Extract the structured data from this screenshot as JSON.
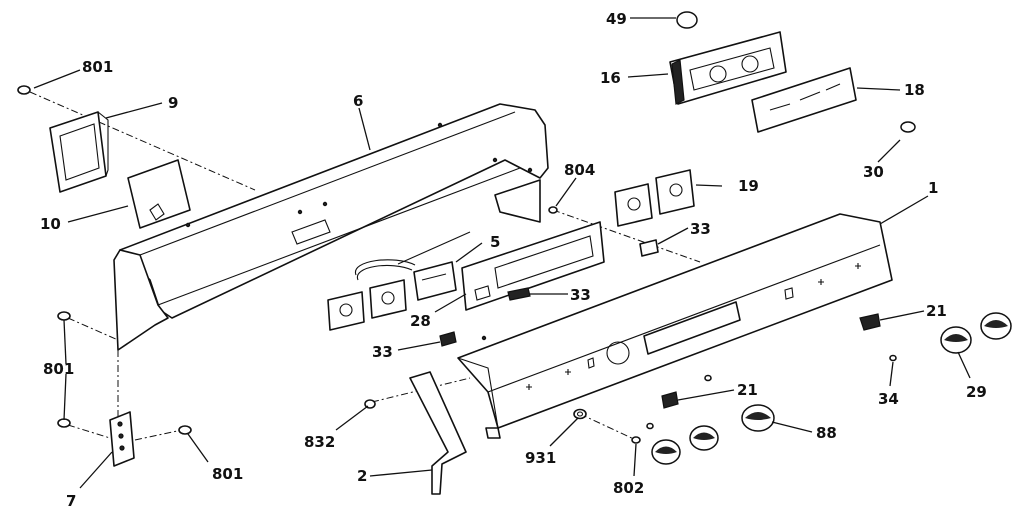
{
  "callouts": {
    "c49": "49",
    "c16": "16",
    "c18": "18",
    "c30": "30",
    "c801a": "801",
    "c9": "9",
    "c6": "6",
    "c804": "804",
    "c19": "19",
    "c10": "10",
    "c1": "1",
    "c5": "5",
    "c33a": "33",
    "c33b": "33",
    "c33c": "33",
    "c28": "28",
    "c21a": "21",
    "c801b": "801",
    "c29": "29",
    "c34": "34",
    "c21b": "21",
    "c832": "832",
    "c88": "88",
    "c931": "931",
    "c7": "7",
    "c801c": "801",
    "c2": "2",
    "c802": "802"
  }
}
